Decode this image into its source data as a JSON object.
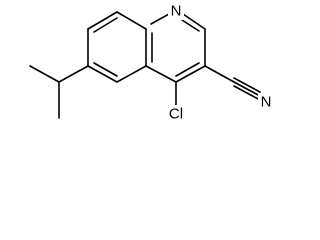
{
  "molecule": {
    "atoms": [
      {
        "id": "N1",
        "label": "N"
      },
      {
        "id": "Cl",
        "label": "Cl"
      },
      {
        "id": "N_nitrile",
        "label": "N"
      }
    ]
  }
}
